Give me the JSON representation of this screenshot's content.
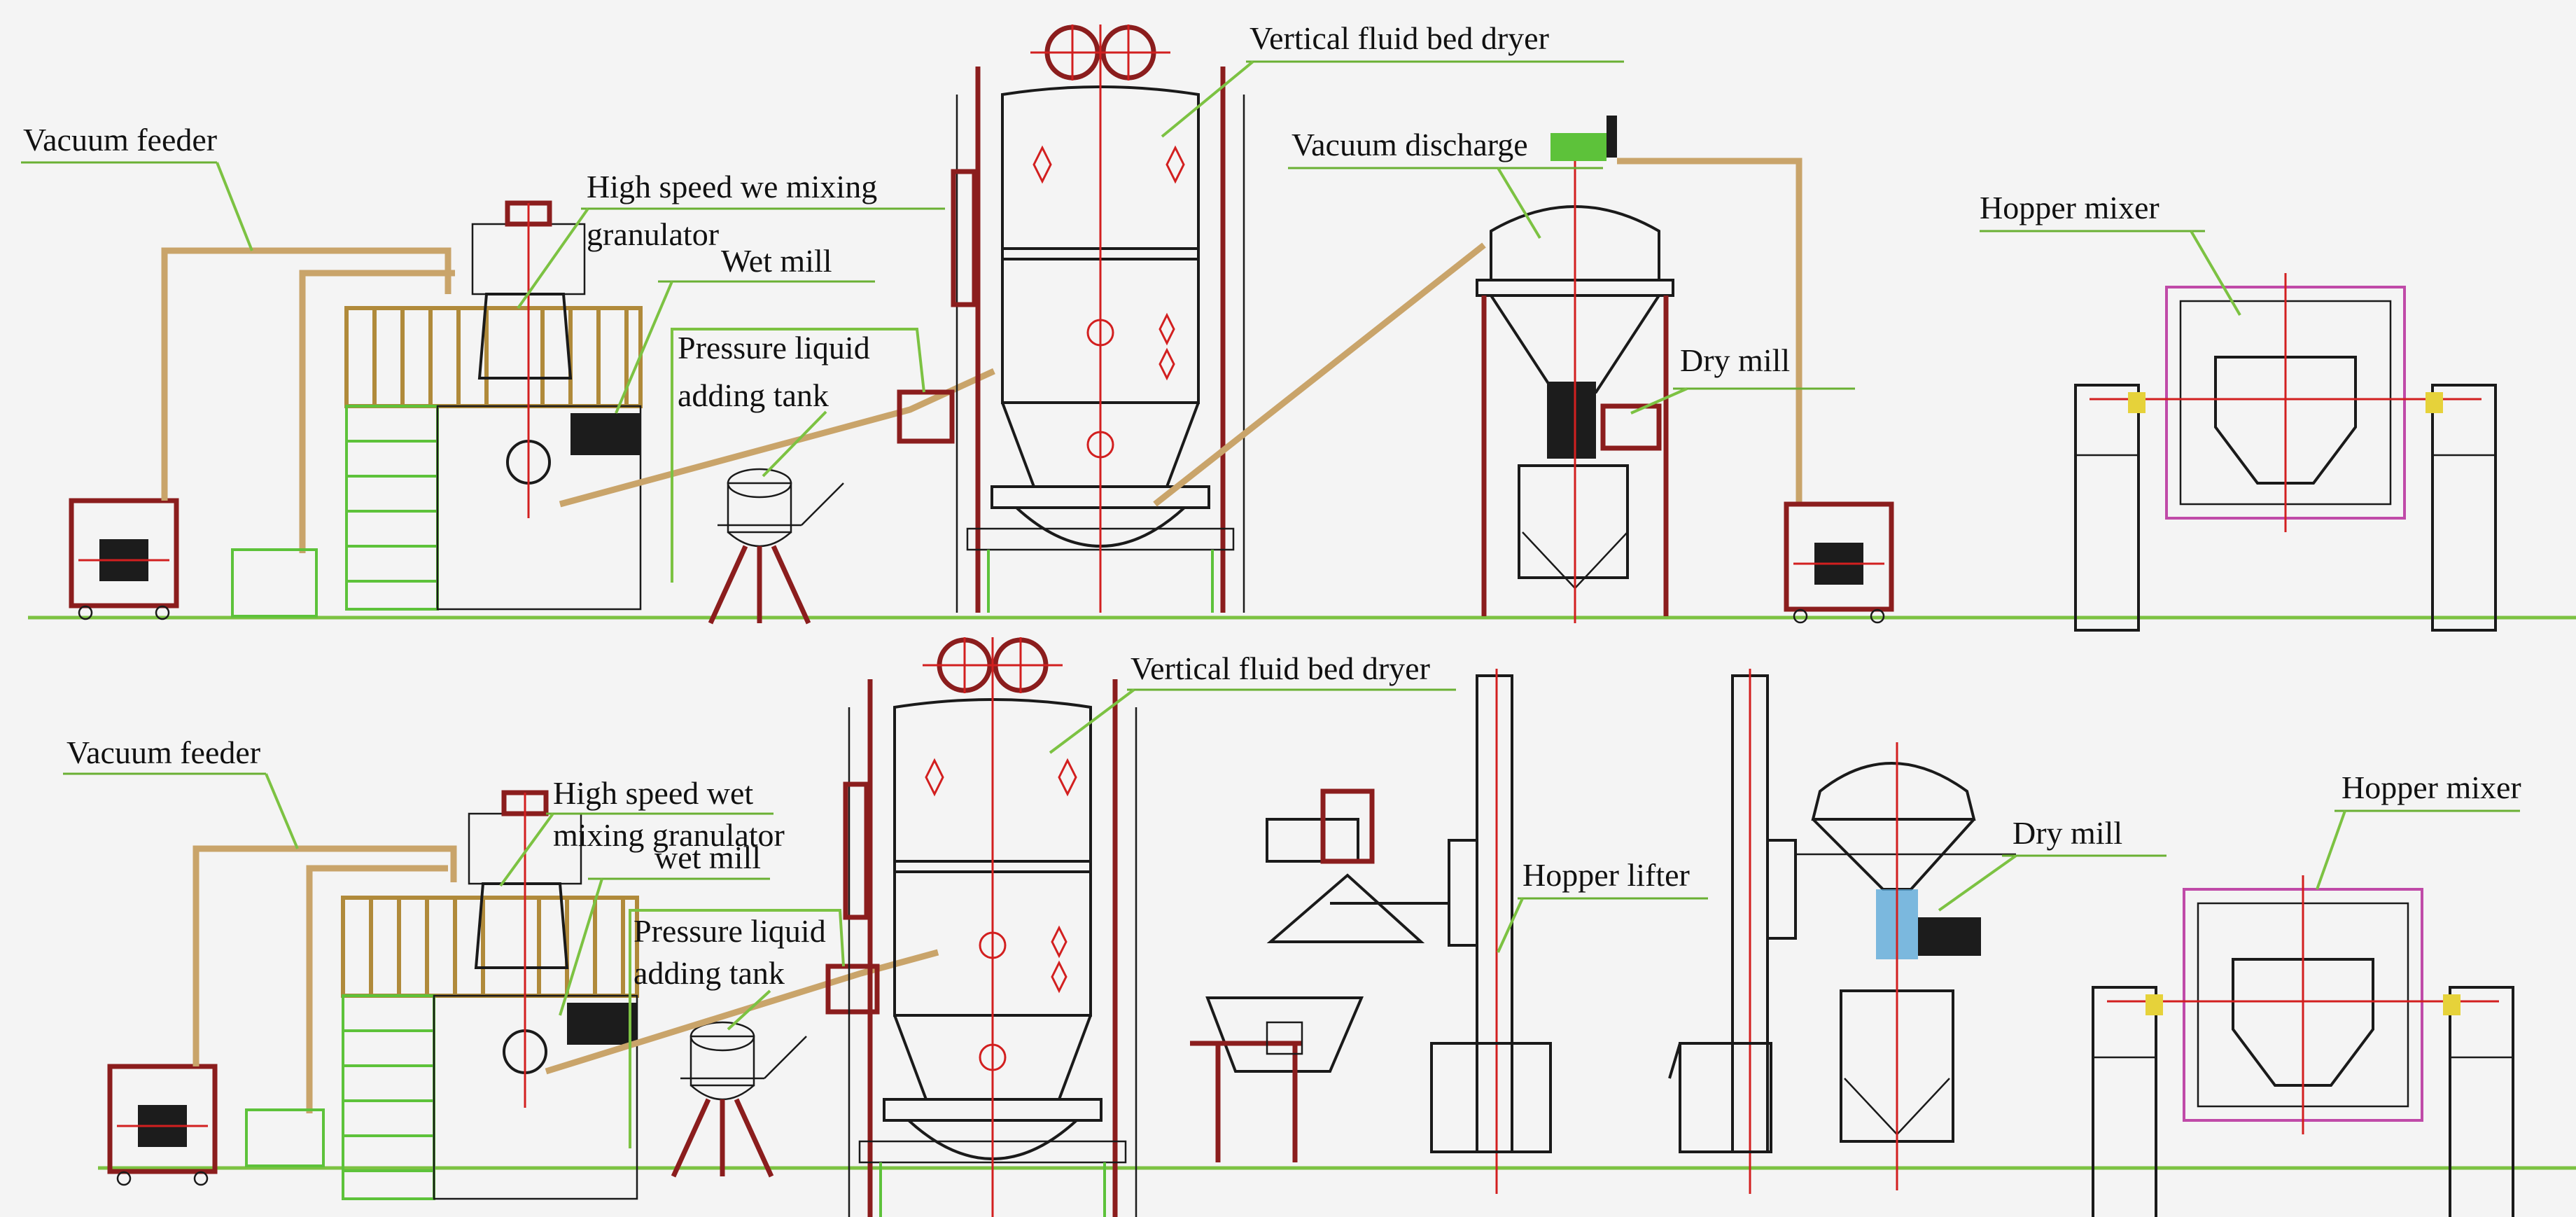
{
  "top_row": {
    "vacuum_feeder": "Vacuum feeder",
    "granulator_line1": "High speed we mixing",
    "granulator_line2": "granulator",
    "wet_mill": "Wet mill",
    "pressure_tank_line1": "Pressure liquid",
    "pressure_tank_line2": "adding tank",
    "fluid_bed_dryer": "Vertical fluid bed dryer",
    "vacuum_discharge": "Vacuum discharge",
    "dry_mill": "Dry mill",
    "hopper_mixer": "Hopper mixer"
  },
  "bottom_row": {
    "vacuum_feeder": "Vacuum feeder",
    "granulator_line1": "High speed wet",
    "granulator_line2": "mixing granulator",
    "wet_mill": "wet mill",
    "pressure_tank_line1": "Pressure liquid",
    "pressure_tank_line2": "adding tank",
    "fluid_bed_dryer": "Vertical fluid bed dryer",
    "hopper_lifter": "Hopper lifter",
    "dry_mill": "Dry mill",
    "hopper_mixer": "Hopper mixer"
  },
  "colors": {
    "leader_line": "#7cc242",
    "frame_outline": "#1a1a1a",
    "center_line": "#d21f1f",
    "transfer_pipe": "#c9a46a",
    "support_frame": "#8b1d1d",
    "mixer_frame": "#c04aa8"
  }
}
